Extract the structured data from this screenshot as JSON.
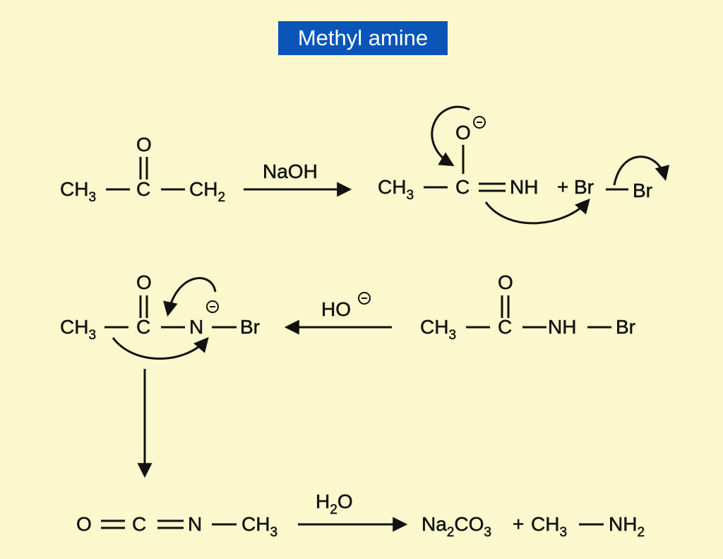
{
  "title": "Methyl amine",
  "row1": {
    "reactant": {
      "ch3": "CH",
      "ch3_sub": "3",
      "o": "O",
      "c": "C",
      "ch2": "CH",
      "ch2_sub": "2"
    },
    "reagent": "NaOH",
    "product": {
      "ch3": "CH",
      "ch3_sub": "3",
      "o": "O",
      "c": "C",
      "nh": "NH",
      "plus": "+",
      "br1": "Br",
      "br2": "Br"
    }
  },
  "row2": {
    "left": {
      "ch3": "CH",
      "ch3_sub": "3",
      "o": "O",
      "c": "C",
      "n": "N",
      "br": "Br"
    },
    "reagent": "HO",
    "right": {
      "ch3": "CH",
      "ch3_sub": "3",
      "o": "O",
      "c": "C",
      "nh": "NH",
      "br": "Br"
    }
  },
  "row3": {
    "isocyanate": {
      "o": "O",
      "c": "C",
      "n": "N",
      "ch3": "CH",
      "ch3_sub": "3"
    },
    "reagent": {
      "h": "H",
      "h_sub": "2",
      "o": "O"
    },
    "products": {
      "na": "Na",
      "na_sub": "2",
      "co": "CO",
      "co_sub": "3",
      "plus": "+",
      "ch3": "CH",
      "ch3_sub": "3",
      "nh": "NH",
      "nh_sub": "2"
    }
  }
}
